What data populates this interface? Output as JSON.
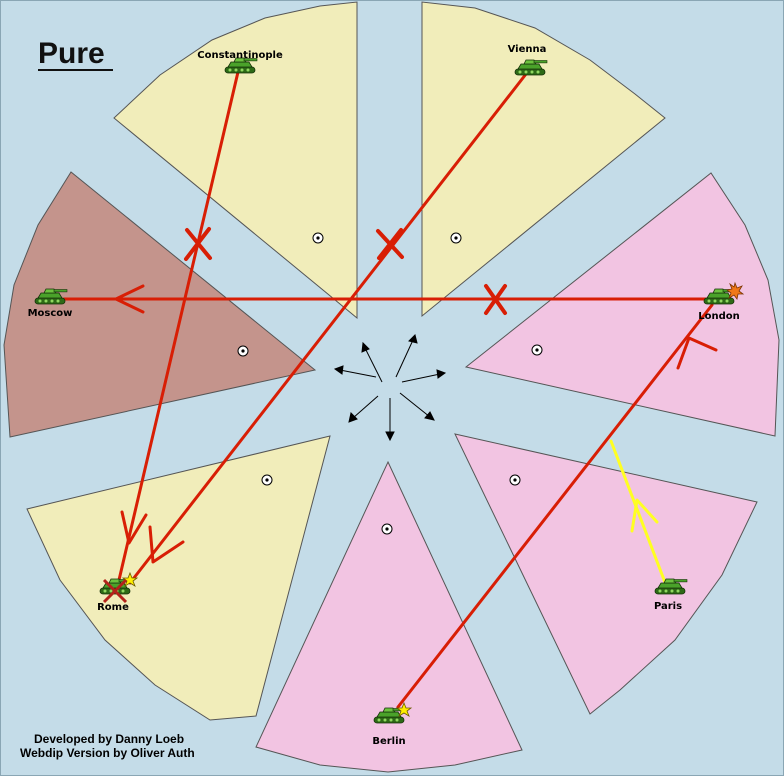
{
  "map": {
    "title": "Pure",
    "credits": [
      "Developed by Danny Loeb",
      "Webdip Version by Oliver Auth"
    ],
    "colors": {
      "sea": "#c4dce8",
      "neutral_territory": "#f1edba",
      "pink_territory": "#f2c4e2",
      "moscow_territory": "#c4948c",
      "red_order": "#d81e05",
      "yellow_order": "#ffff22",
      "failed_mark": "#d81e05"
    }
  },
  "territories": [
    {
      "name": "Constantinople",
      "unit": "army",
      "owner_color": "neutral"
    },
    {
      "name": "Vienna",
      "unit": "army",
      "owner_color": "neutral"
    },
    {
      "name": "Moscow",
      "unit": "army",
      "owner_color": "moscow"
    },
    {
      "name": "London",
      "unit": "army",
      "owner_color": "pink",
      "marker": "explosion"
    },
    {
      "name": "Rome",
      "unit": "army",
      "owner_color": "neutral",
      "marker": "star-and-dislodged"
    },
    {
      "name": "Paris",
      "unit": "army",
      "owner_color": "pink"
    },
    {
      "name": "Berlin",
      "unit": "army",
      "owner_color": "pink",
      "marker": "star"
    }
  ],
  "orders": [
    {
      "from": "Constantinople",
      "to": "Rome",
      "color": "red",
      "result": "failed"
    },
    {
      "from": "Vienna",
      "to": "Rome",
      "color": "red",
      "result": "failed"
    },
    {
      "from": "London",
      "to": "Moscow",
      "color": "red",
      "result": "failed"
    },
    {
      "from": "Berlin",
      "to": "London",
      "color": "red",
      "result": "success"
    },
    {
      "from": "Paris",
      "to": "Berlin-London line",
      "color": "yellow",
      "type": "support"
    }
  ]
}
